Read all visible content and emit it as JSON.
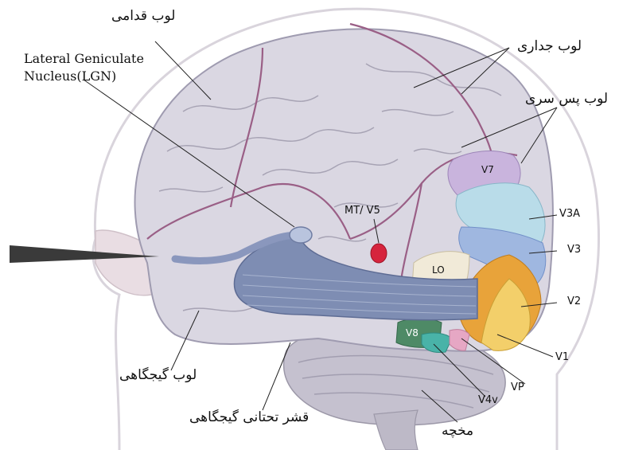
{
  "labels": {
    "frontal_lobe": "لوب قدامی",
    "lgn_line1": "Lateral Geniculate",
    "lgn_line2": "Nucleus(LGN)",
    "parietal_lobe": "لوب جداری",
    "occipital_lobe": "لوب پس سری",
    "mt_v5": "MT/ V5",
    "v7": "V7",
    "v3a": "V3A",
    "v3": "V3",
    "lo": "LO",
    "v2": "V2",
    "v1": "V1",
    "v8": "V8",
    "vp": "VP",
    "v4v": "V4v",
    "temporal_lobe": "لوب گیجگاهی",
    "inferior_temporal_cortex": "قشر تحتانی گیجگاهی",
    "cerebellum": "مخچه"
  },
  "colors": {
    "brain": "#dad7e2",
    "sulci": "#a7a3b4",
    "lobe_border": "#9a5f86",
    "optic_pathway": "#7e8db3",
    "mt_v5": "#d6243d",
    "v7": "#c9b4dd",
    "v3a": "#b9dce9",
    "v3": "#9fb7e0",
    "v2": "#e8a33a",
    "v1": "#f3cf6a",
    "lo": "#f1ead8",
    "v8": "#4e8a66",
    "v4v": "#49b3a8",
    "vp": "#e6a7c4"
  }
}
